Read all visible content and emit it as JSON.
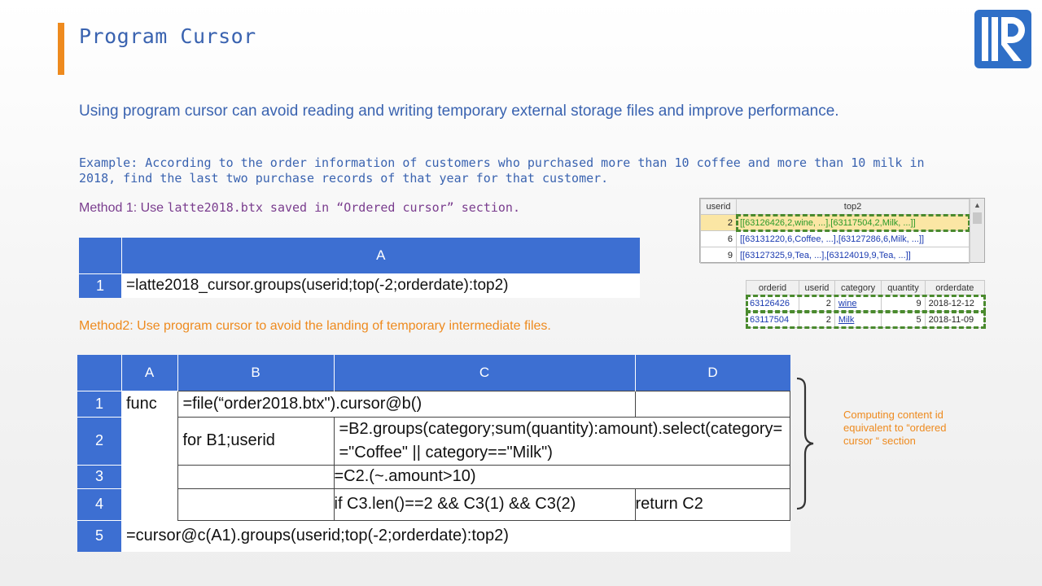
{
  "title": "Program Cursor",
  "subtitle": "Using program cursor can avoid reading and writing temporary external storage files and improve performance.",
  "example": "Example: According to the order information of customers who purchased more than 10 coffee and more than 10 milk in 2018, find the last two purchase records of that year for that customer.",
  "method1": {
    "prefix": "Method 1:  Use ",
    "file": "latte2018.btx",
    "suffix": " saved in “Ordered cursor” section."
  },
  "method2": "Method2:   Use program cursor to avoid the landing of  temporary intermediate files.",
  "table1": {
    "col": "A",
    "rows": [
      {
        "num": "1",
        "code": "=latte2018_cursor.groups(userid;top(-2;orderdate):top2)"
      }
    ]
  },
  "table2": {
    "cols": [
      "A",
      "B",
      "C",
      "D"
    ],
    "r1": {
      "num": "1",
      "a": "func",
      "b": "=file(“order2018.btx\").cursor@b()"
    },
    "r2": {
      "num": "2",
      "b": "for B1;userid",
      "c": "=B2.groups(category;sum(quantity):amount).select(category==\"Coffee\" || category==\"Milk\")"
    },
    "r3": {
      "num": "3",
      "c": "=C2.(~.amount>10)"
    },
    "r4": {
      "num": "4",
      "c": "if C3.len()==2 && C3(1) && C3(2)",
      "d": "return C2"
    },
    "r5": {
      "num": "5",
      "a": "=cursor@c(A1).groups(userid;top(-2;orderdate):top2)"
    }
  },
  "result1": {
    "headers": [
      "userid",
      "top2"
    ],
    "rows": [
      {
        "userid": "2",
        "top2": "[[63126426,2,wine, ...],[63117504,2,Milk, ...]]"
      },
      {
        "userid": "6",
        "top2": "[[63131220,6,Coffee, ...],[63127286,6,Milk, ...]]"
      },
      {
        "userid": "9",
        "top2": "[[63127325,9,Tea, ...],[63124019,9,Tea, ...]]"
      }
    ]
  },
  "result2": {
    "headers": [
      "orderid",
      "userid",
      "category",
      "quantity",
      "orderdate"
    ],
    "rows": [
      {
        "orderid": "63126426",
        "userid": "2",
        "category": "wine",
        "quantity": "9",
        "orderdate": "2018-12-12"
      },
      {
        "orderid": "63117504",
        "userid": "2",
        "category": "Milk",
        "quantity": "5",
        "orderdate": "2018-11-09"
      }
    ]
  },
  "note": "Computing  content id equivalent  to   “ordered cursor   “ section",
  "colors": {
    "accent": "#ee8a1e",
    "blue": "#3a63b0",
    "header": "#3d6fd2",
    "purple": "#7a3d8e"
  }
}
